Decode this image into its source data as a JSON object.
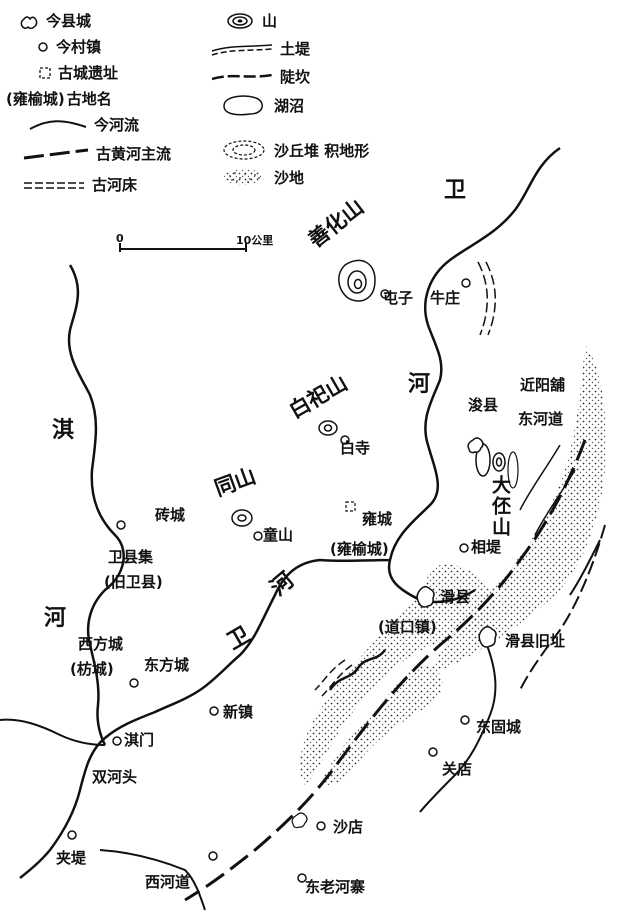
{
  "legend": [
    {
      "icon": "county-city-icon",
      "label": "今县城"
    },
    {
      "icon": "village-icon",
      "label": "今村镇"
    },
    {
      "icon": "ancient-city-ruin-icon",
      "label": "古城遗址"
    },
    {
      "icon": "ancient-name-icon",
      "label": "古地名",
      "prefix": "(雍榆城)"
    },
    {
      "icon": "river-icon",
      "label": "今河流"
    },
    {
      "icon": "ancient-yellow-river-icon",
      "label": "古黄河主流"
    },
    {
      "icon": "ancient-riverbed-icon",
      "label": "古河床"
    },
    {
      "icon": "mountain-icon",
      "label": "山"
    },
    {
      "icon": "levee-icon",
      "label": "土堤"
    },
    {
      "icon": "scarp-icon",
      "label": "陡坎"
    },
    {
      "icon": "lake-icon",
      "label": "湖沼"
    },
    {
      "icon": "dune-icon",
      "label": "沙丘堆 积地形"
    },
    {
      "icon": "sand-icon",
      "label": "沙地"
    }
  ],
  "scale": {
    "start": "0",
    "end": "10公里"
  },
  "mountains": [
    {
      "id": "shanhua",
      "text": "善化山"
    },
    {
      "id": "baisi",
      "text": "白祀山"
    },
    {
      "id": "tong",
      "text": "同山"
    },
    {
      "id": "dapi",
      "text": "大伾山"
    }
  ],
  "rivers": [
    {
      "id": "wei-north",
      "text": "卫"
    },
    {
      "id": "he-north",
      "text": "河"
    },
    {
      "id": "qi",
      "text": "淇"
    },
    {
      "id": "he-qi",
      "text": "河"
    },
    {
      "id": "wei-south",
      "text": "卫"
    },
    {
      "id": "he-south",
      "text": "河"
    }
  ],
  "places": {
    "tunzi": "屯子",
    "niuzhuang": "牛庄",
    "xunxian": "浚县",
    "jinyangpu": "近阳舖",
    "donghedao": "东河道",
    "baisi": "白寺",
    "zhuancheng": "砖城",
    "tongshan": "童山",
    "yongcheng": "雍城",
    "yongyucheng": "(雍榆城)",
    "weixianji": "卫县集",
    "jiuweixian": "(旧卫县)",
    "xiangdi": "相堤",
    "huaxian": "滑县",
    "daokouzhen": "(道口镇)",
    "huaxianjiuzhi": "滑县旧址",
    "xifangcheng": "西方城",
    "fangcheng": "(枋城)",
    "dongfangcheng": "东方城",
    "xinzhen": "新镇",
    "qimen": "淇门",
    "donggucheng": "东固城",
    "shuanghetou": "双河头",
    "guandian": "关店",
    "shadian": "沙店",
    "jiadi": "夹堤",
    "xihedao": "西河道",
    "donglaohezhai": "东老河寨"
  }
}
